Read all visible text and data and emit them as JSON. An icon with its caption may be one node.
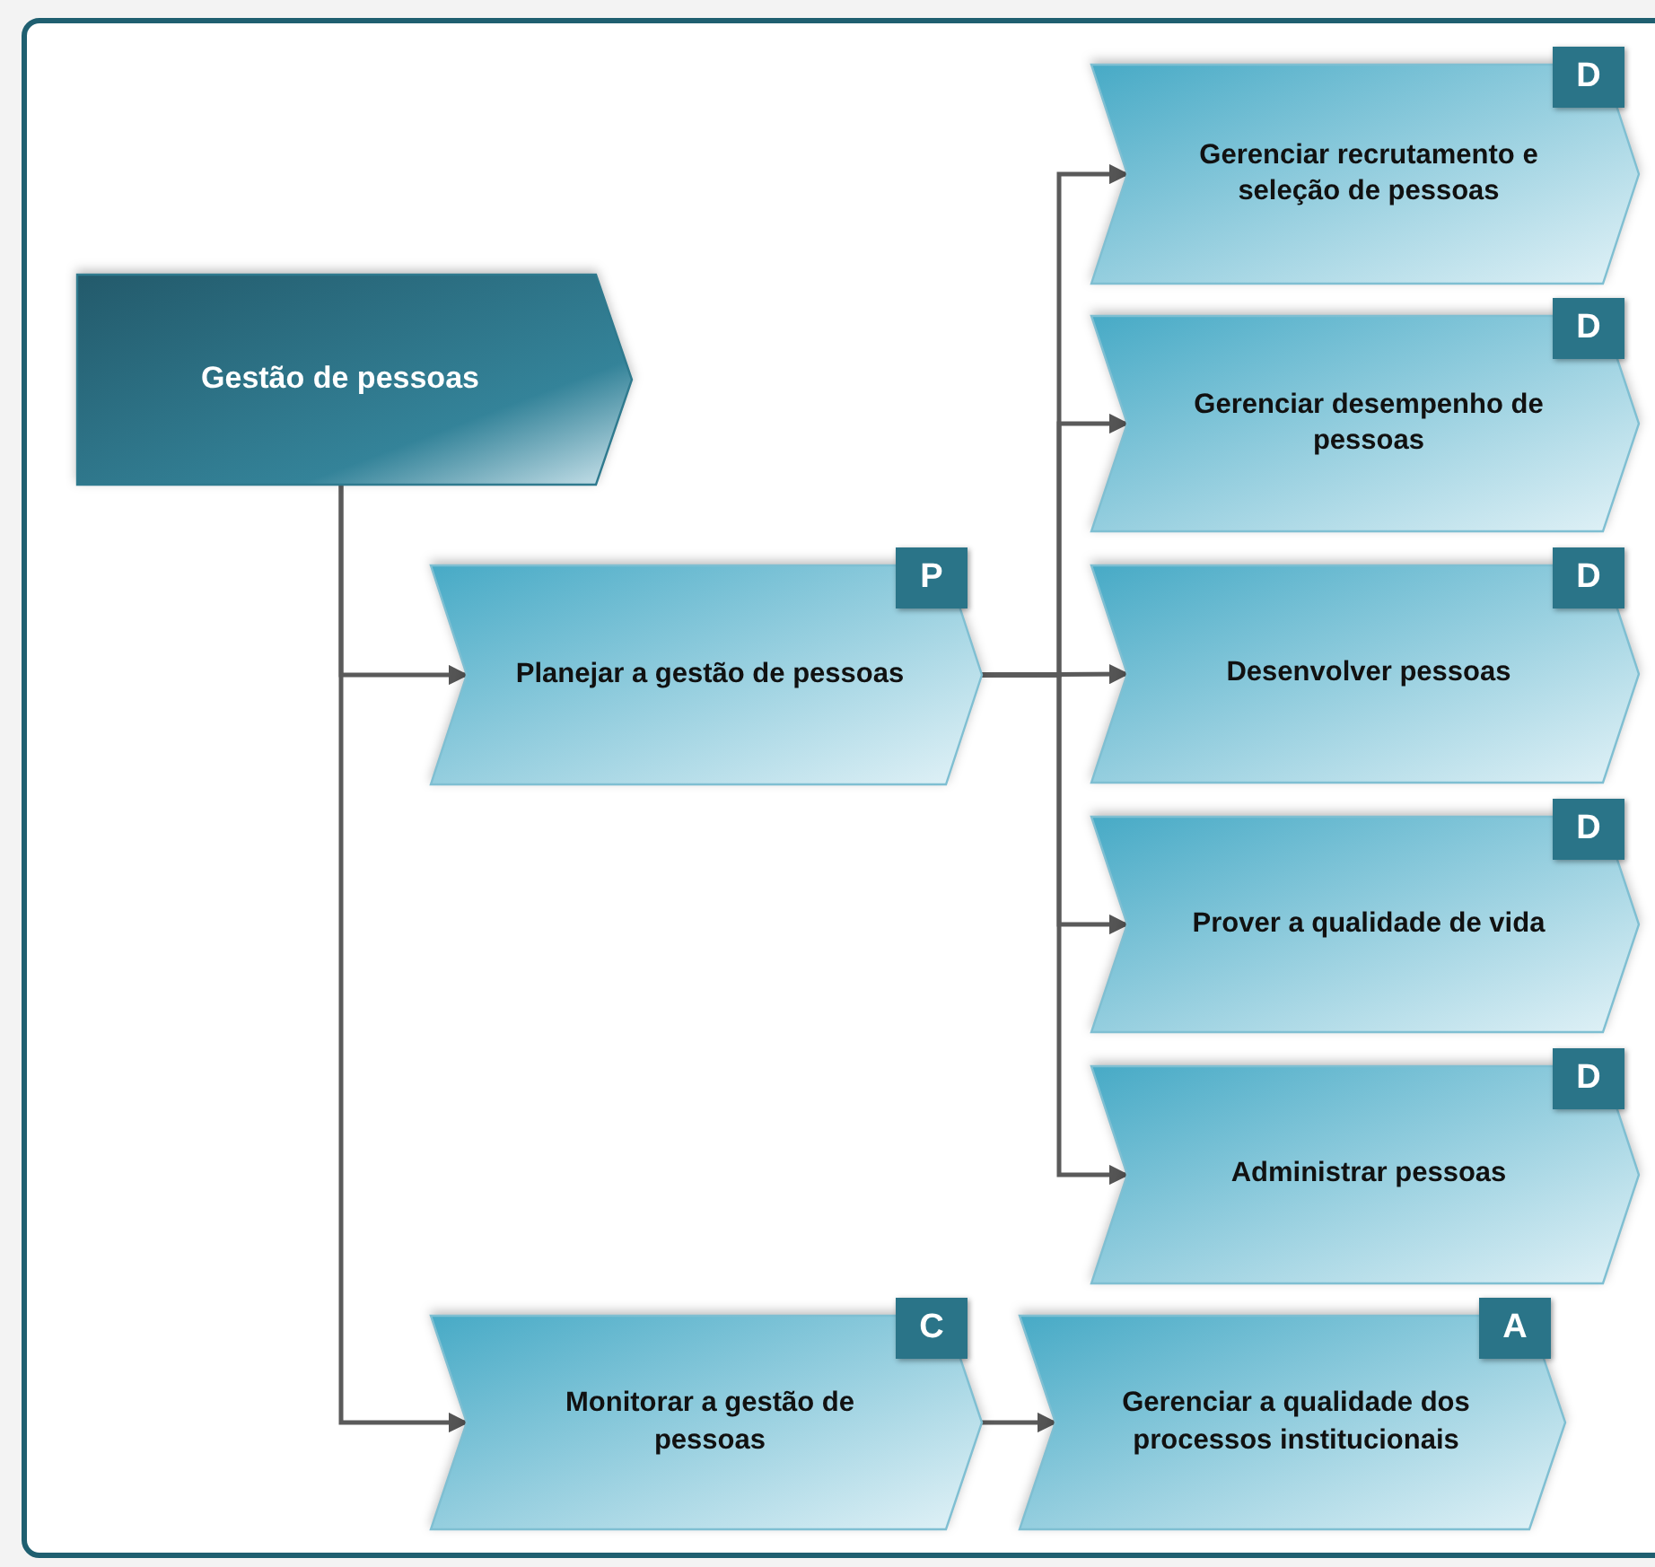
{
  "diagram": {
    "nodes": [
      {
        "text": [
          "Gestão de pessoas"
        ]
      },
      {
        "text": [
          "Planejar a gestão de pessoas",
          "P"
        ]
      },
      {
        "text": [
          "Gerenciar recrutamento e seleção de pessoas",
          "D"
        ]
      },
      {
        "text": [
          "Gerenciar desempenho de pessoas",
          "D"
        ]
      },
      {
        "text": [
          "Desenvolver pessoas",
          "D"
        ]
      },
      {
        "text": [
          "Prover a qualidade de vida",
          "D"
        ]
      },
      {
        "text": [
          "Administrar pessoas",
          "D"
        ]
      },
      {
        "text": [
          "Monitorar a gestão de pessoas",
          "C"
        ]
      },
      {
        "text": [
          "Gerenciar a qualidade dos processos institucionais",
          "A"
        ]
      }
    ],
    "edges": [
      {
        "from": 0,
        "to": 1,
        "arrow": "to"
      },
      {
        "from": 0,
        "to": 7,
        "arrow": "to"
      },
      {
        "from": 1,
        "to": 2,
        "arrow": "to"
      },
      {
        "from": 1,
        "to": 3,
        "arrow": "to"
      },
      {
        "from": 1,
        "to": 4,
        "arrow": "to"
      },
      {
        "from": 1,
        "to": 5,
        "arrow": "to"
      },
      {
        "from": 1,
        "to": 6,
        "arrow": "to"
      },
      {
        "from": 7,
        "to": 8,
        "arrow": "to"
      }
    ]
  }
}
